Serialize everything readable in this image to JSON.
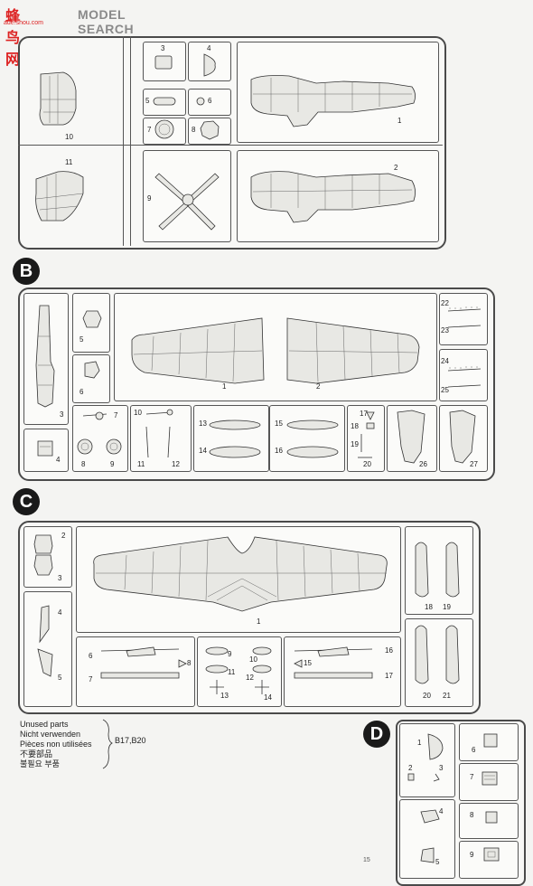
{
  "watermark": {
    "logo": "蜂鸟网",
    "site": "ade.shou.com",
    "text": "MODEL SEARCH"
  },
  "sections": {
    "b": "B",
    "c": "C",
    "d": "D"
  },
  "frame_a": {
    "parts": [
      "10",
      "11",
      "3",
      "4",
      "5",
      "6",
      "7",
      "8",
      "9",
      "1",
      "2"
    ]
  },
  "frame_b": {
    "parts": [
      "3",
      "4",
      "5",
      "6",
      "7",
      "8",
      "9",
      "10",
      "11",
      "12",
      "1",
      "2",
      "13",
      "14",
      "15",
      "16",
      "17",
      "18",
      "19",
      "20",
      "22",
      "23",
      "24",
      "25",
      "26",
      "27"
    ]
  },
  "frame_c": {
    "parts": [
      "2",
      "3",
      "4",
      "5",
      "1",
      "6",
      "7",
      "8",
      "9",
      "10",
      "11",
      "12",
      "13",
      "14",
      "15",
      "16",
      "17",
      "18",
      "19",
      "20",
      "21"
    ]
  },
  "frame_d": {
    "parts": [
      "1",
      "2",
      "3",
      "4",
      "5",
      "6",
      "7",
      "8",
      "9"
    ]
  },
  "unused_parts": {
    "lines": [
      "Unused parts",
      "Nicht verwenden",
      "Pièces non utilisées",
      "不要部品",
      "불필요 부품"
    ],
    "value": "B17,B20"
  },
  "page_number": "15"
}
